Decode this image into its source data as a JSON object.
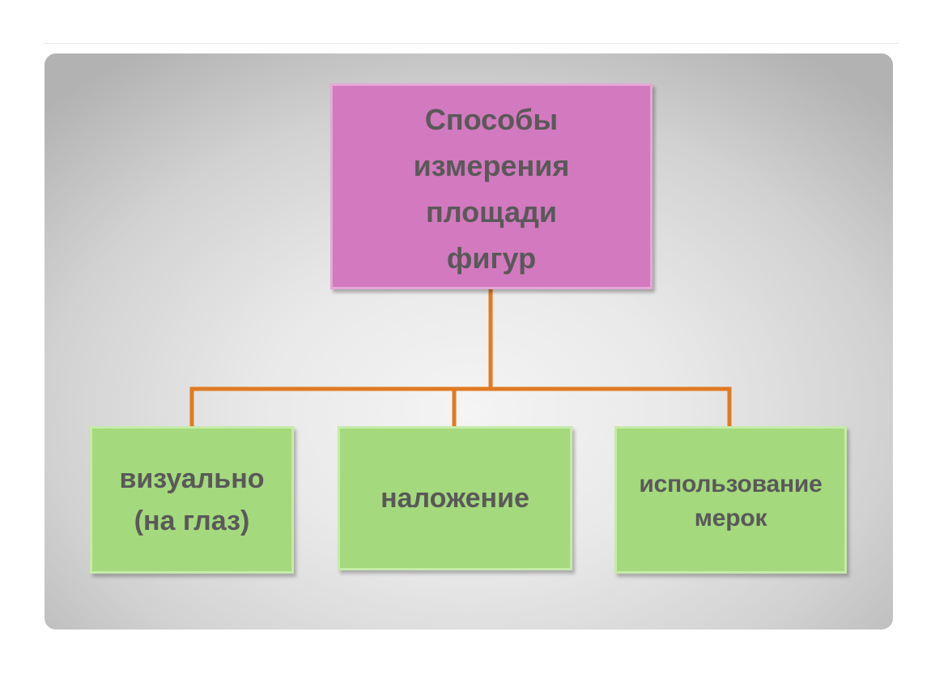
{
  "diagram": {
    "root": {
      "lines": [
        "Способы",
        "измерения",
        "площади",
        "фигур"
      ],
      "fill_color": "#d379bf"
    },
    "children": [
      {
        "lines": [
          "визуально",
          "(на глаз)"
        ]
      },
      {
        "lines": [
          "наложение"
        ]
      },
      {
        "lines": [
          "использование",
          "мерок"
        ]
      }
    ],
    "child_fill_color": "#a4d97d",
    "connector_color": "#e07a22",
    "text_color": "#595959"
  }
}
